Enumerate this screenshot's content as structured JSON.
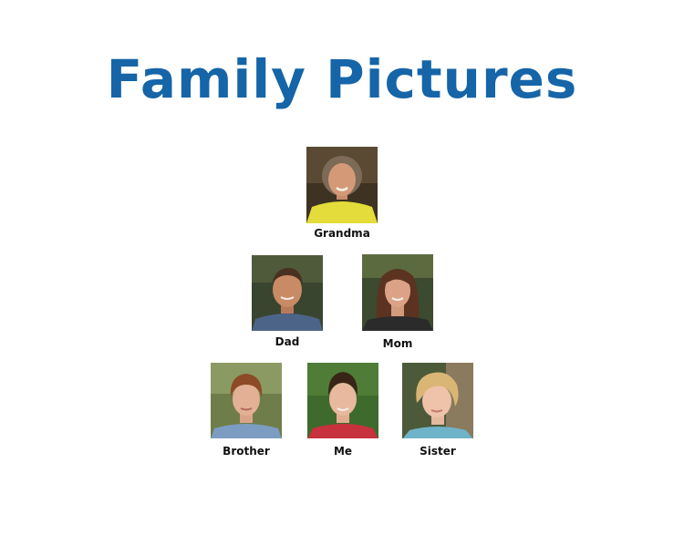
{
  "title": "Family Pictures",
  "colors": {
    "title": "#1565a8",
    "label": "#111111",
    "background": "#ffffff"
  },
  "members": {
    "grandma": {
      "label": "Grandma"
    },
    "dad": {
      "label": "Dad"
    },
    "mom": {
      "label": "Mom"
    },
    "brother": {
      "label": "Brother"
    },
    "me": {
      "label": "Me"
    },
    "sister": {
      "label": "Sister"
    }
  }
}
